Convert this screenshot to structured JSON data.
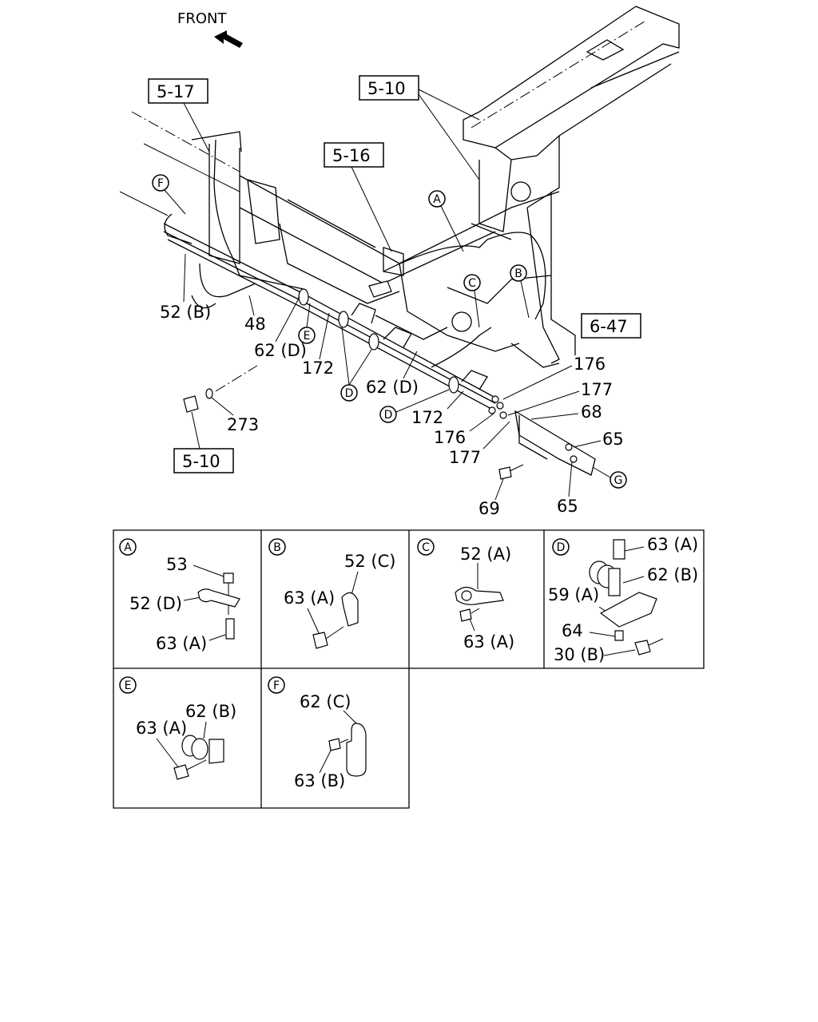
{
  "front_label": "FRONT",
  "main_refs": {
    "ref_5_17": "5-17",
    "ref_5_10_top": "5-10",
    "ref_5_16": "5-16",
    "ref_6_47": "6-47",
    "ref_5_10_bottom": "5-10"
  },
  "main_circles": {
    "F": "F",
    "A": "A",
    "C": "C",
    "B": "B",
    "E": "E",
    "D1": "D",
    "D2": "D",
    "G": "G"
  },
  "main_labels": {
    "l_52b": "52 (B)",
    "l_48": "48",
    "l_62d_1": "62 (D)",
    "l_172_1": "172",
    "l_62d_2": "62 (D)",
    "l_172_2": "172",
    "l_273": "273",
    "l_176_top": "176",
    "l_177_top": "177",
    "l_68": "68",
    "l_176_bot": "176",
    "l_177_bot": "177",
    "l_65_top": "65",
    "l_65_bot": "65",
    "l_69": "69"
  },
  "details": {
    "A": {
      "tag": "A",
      "labels": [
        "53",
        "52 (D)",
        "63 (A)"
      ]
    },
    "B": {
      "tag": "B",
      "labels": [
        "52 (C)",
        "63 (A)"
      ]
    },
    "C": {
      "tag": "C",
      "labels": [
        "52 (A)",
        "63 (A)"
      ]
    },
    "D": {
      "tag": "D",
      "labels": [
        "63 (A)",
        "62 (B)",
        "59 (A)",
        "64",
        "30 (B)"
      ]
    },
    "E": {
      "tag": "E",
      "labels": [
        "62 (B)",
        "63 (A)"
      ]
    },
    "F": {
      "tag": "F",
      "labels": [
        "62 (C)",
        "63 (B)"
      ]
    }
  }
}
